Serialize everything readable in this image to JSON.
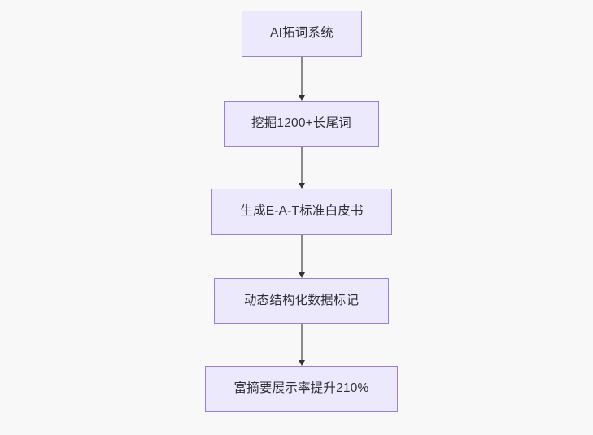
{
  "diagram": {
    "type": "flowchart",
    "orientation": "top-to-bottom",
    "background_color": "#f8f8f8",
    "node_fill_color": "#ece9fc",
    "node_border_color": "#9c7fd4",
    "node_text_color": "#2f2f35",
    "edge_line_color": "#8a8a8a",
    "edge_arrow_color": "#333338",
    "nodes": [
      {
        "id": "n0",
        "label": "AI拓词系统"
      },
      {
        "id": "n1",
        "label": "挖掘1200+长尾词"
      },
      {
        "id": "n2",
        "label": "生成E-A-T标准白皮书"
      },
      {
        "id": "n3",
        "label": "动态结构化数据标记"
      },
      {
        "id": "n4",
        "label": "富摘要展示率提升210%"
      }
    ],
    "edges": [
      {
        "from": "n0",
        "to": "n1",
        "arrow": "arrow-down-icon"
      },
      {
        "from": "n1",
        "to": "n2",
        "arrow": "arrow-down-icon"
      },
      {
        "from": "n2",
        "to": "n3",
        "arrow": "arrow-down-icon"
      },
      {
        "from": "n3",
        "to": "n4",
        "arrow": "arrow-down-icon"
      }
    ]
  }
}
